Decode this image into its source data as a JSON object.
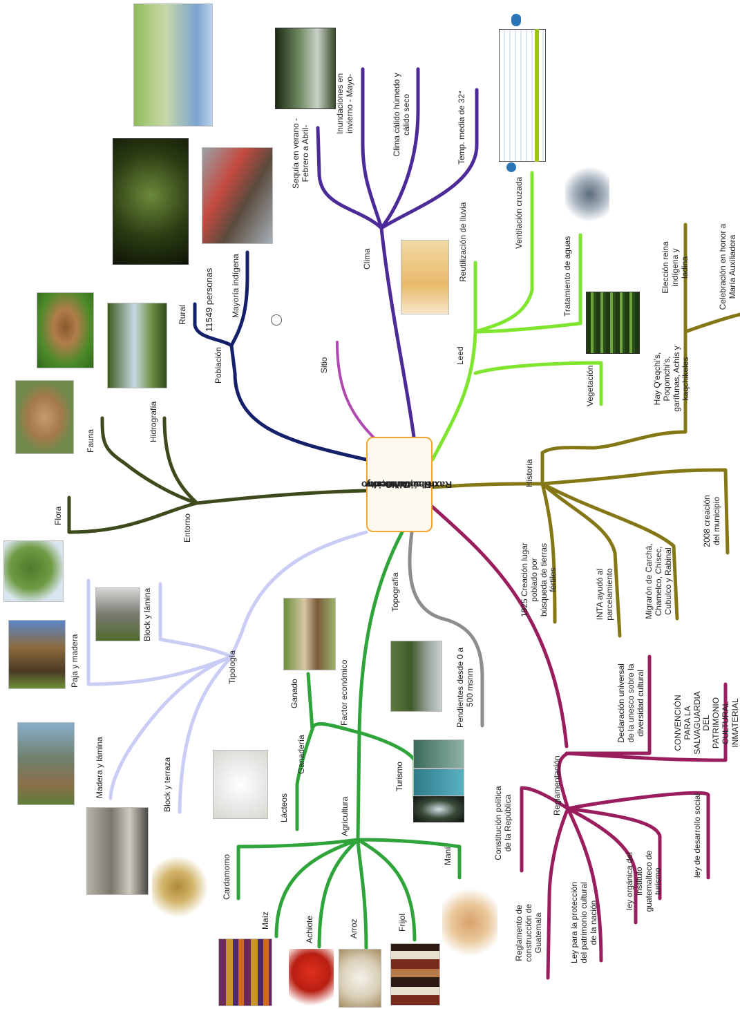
{
  "center": {
    "line1": "Centro",
    "line2": "Cultural y",
    "line3": "Revitalización",
    "line4": "del entorno,",
    "line5": "Raxruhá, A.V."
  },
  "colors": {
    "clima": "#4c2a97",
    "sitio": "#b04ab0",
    "poblacion": "#15206a",
    "entorno": "#3d4a1c",
    "tipologia": "#c9cdf5",
    "topografia": "#8e8c8c",
    "economia": "#2fa43a",
    "reglamentacion": "#9a1e5e",
    "historia": "#847716",
    "leed": "#7fe52f",
    "center_border": "#f0a531"
  },
  "clima": {
    "label": "Clima",
    "items": [
      "Sequía en verano - Febrero a Abril-",
      "Inundaciones en invierno - Mayo-",
      "Clima cálido húmedo y cálido seco",
      "Temp. media de 32°"
    ]
  },
  "sitio": {
    "label": "Sitio"
  },
  "poblacion": {
    "label": "Población",
    "items": [
      "Rural",
      "11549 personas",
      "Mayoría indígena"
    ]
  },
  "entorno": {
    "label": "Entorno",
    "items": [
      "Flora",
      "Fauna",
      "Hidrografía"
    ]
  },
  "tipologia": {
    "label": "Tipología",
    "items": [
      "Block y lámina",
      "Paja y madera",
      "Madera y lámina",
      "Block y terraza"
    ]
  },
  "topografia": {
    "label": "Topografía",
    "items": [
      "Pendientes desde 0 a 500 msnm"
    ]
  },
  "economia": {
    "label": "Factor económico",
    "ganaderia": {
      "label": "Ganadería",
      "items": [
        "Ganado",
        "Lácteos"
      ]
    },
    "turismo": {
      "label": "Turismo"
    },
    "agricultura": {
      "label": "Agricultura",
      "items": [
        "Cardamomo",
        "Maíz",
        "Achiote",
        "Arroz",
        "Frijol",
        "Maní"
      ]
    }
  },
  "reglamentacion": {
    "label": "Reglamentación",
    "items": [
      "Declaración universal de la unesco sobre la diversidad cultural",
      "CONVENCIÓN PARA LA SALVAGUARDIA DEL PATRIMONIO CULTURAL INMATERIAL",
      "Constitución política de la República",
      "Reglamento de construcción de Guatemala",
      "Ley para la protección del patrimonio cultural de la nación",
      "ley orgánica del instituto guatemalteco de turismo",
      "ley de desarrollo social"
    ]
  },
  "historia": {
    "label": "Historia",
    "items": [
      "1925 Creación lugar poblado por búsqueda de tierras fértiles",
      "INTA ayudó al parcelamiento",
      "Migrarón de Carchá, Chamelco, Chisec, Cubulco y Rabinal",
      "2008 creación del municipio",
      "Hay Q'eqchi's, Poqomchi's, garífunas, Achís y kaqchikeles",
      "Elección reina indígena y ladina",
      "Celebración en honor a María Auxiliadora"
    ]
  },
  "leed": {
    "label": "Leed",
    "items": [
      "Reutilización de lluvia",
      "Ventilación cruzada",
      "Tratamiento de aguas",
      "Vegetación"
    ]
  }
}
